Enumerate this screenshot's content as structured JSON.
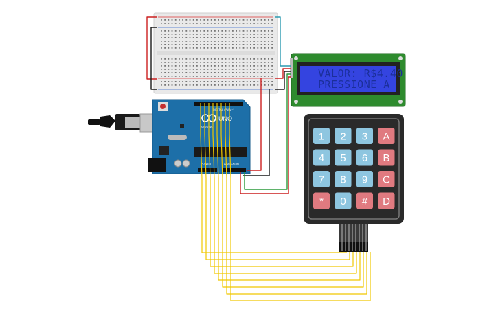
{
  "lcd": {
    "line1": "VALOR: R$4.40",
    "line2": "PRESSIONE A",
    "colors": {
      "screen": "#3444e0",
      "text": "#1b2f9a",
      "board": "#2e8b2e"
    }
  },
  "arduino": {
    "model": "UNO",
    "brand": "ARDUINO",
    "header_labels": {
      "digital": "DIGITAL (PWM~)",
      "power": "POWER",
      "analog": "ANALOG IN"
    },
    "colors": {
      "board": "#1d6fa8"
    }
  },
  "keypad": {
    "keys": [
      [
        "1",
        "2",
        "3",
        "A"
      ],
      [
        "4",
        "5",
        "6",
        "B"
      ],
      [
        "7",
        "8",
        "9",
        "C"
      ],
      [
        "*",
        "0",
        "#",
        "D"
      ]
    ],
    "colors": {
      "number_key": "#8ec6e0",
      "letter_key": "#e07a80",
      "body": "#2a2a2a"
    }
  },
  "wires": {
    "colors": {
      "red": "#cc1f1f",
      "black": "#1a1a1a",
      "green": "#2a9a3a",
      "teal": "#2a9ab0",
      "yellow": "#f0c800"
    }
  }
}
